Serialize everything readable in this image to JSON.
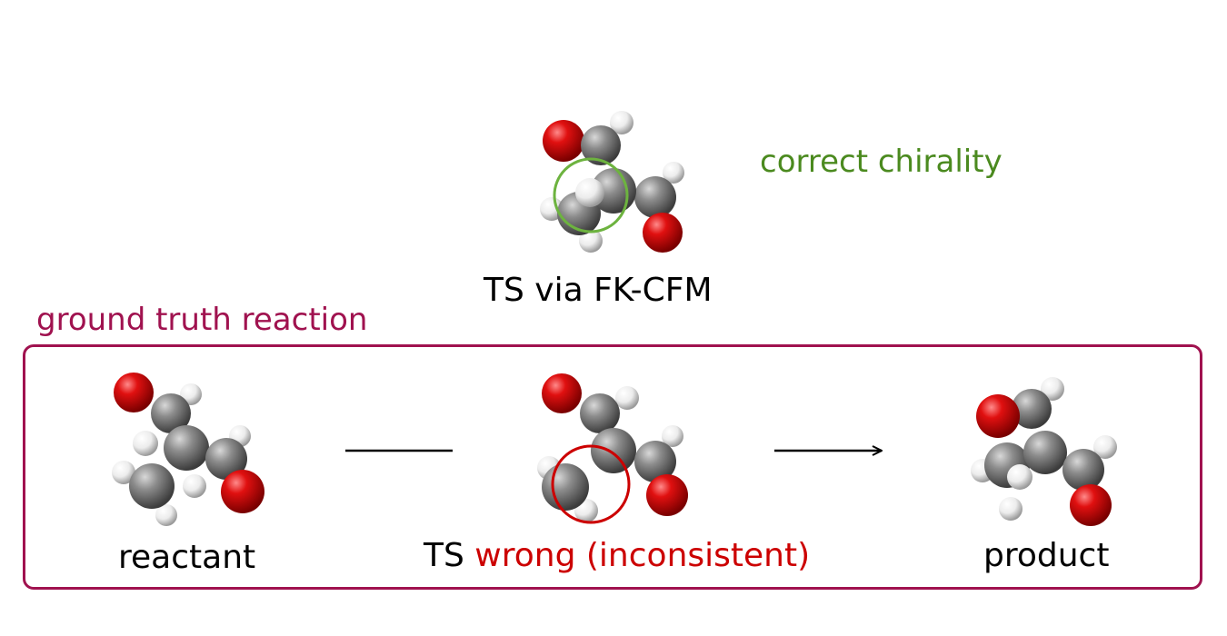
{
  "top": {
    "label": "TS via FK-CFM",
    "note": "correct chirality",
    "note_color": "#4b8a1f",
    "circle_color": "#6db33f"
  },
  "ground_truth": {
    "title": "ground truth reaction",
    "color": "#a0124f",
    "reactant_label": "reactant",
    "ts_prefix": "TS",
    "ts_status": "wrong (inconsistent)",
    "ts_status_color": "#cc0000",
    "product_label": "product"
  },
  "atom_colors": {
    "oxygen": "#d40000",
    "carbon": "#8a8a8a",
    "hydrogen": "#f2f2f2"
  }
}
